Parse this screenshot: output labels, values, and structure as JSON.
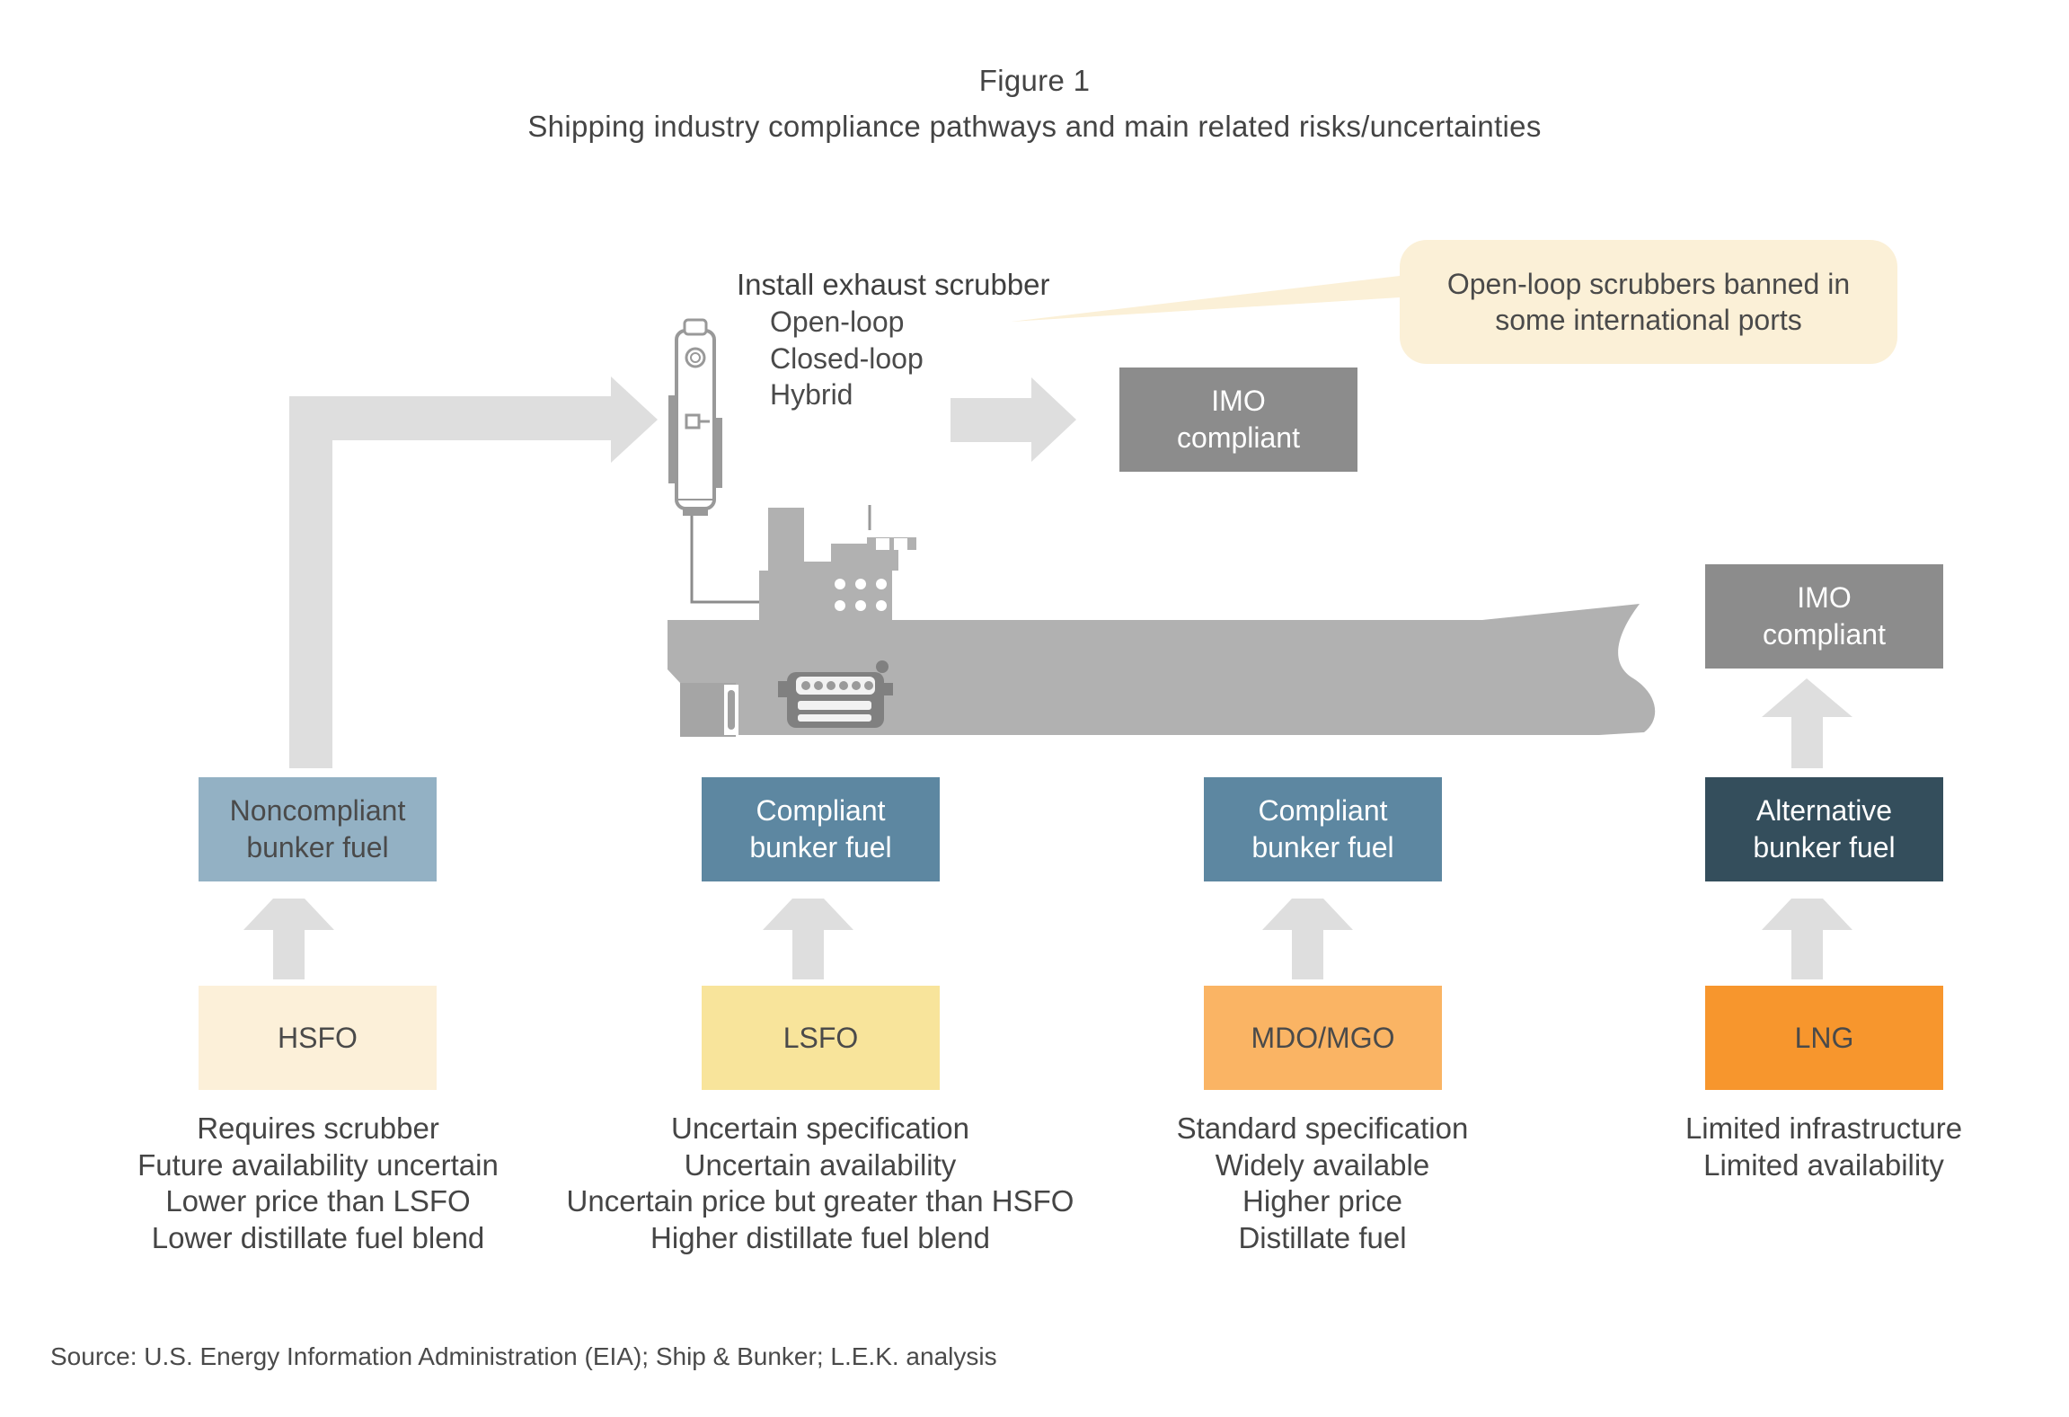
{
  "figure": {
    "label": "Figure 1",
    "title": "Shipping industry compliance pathways and main related risks/uncertainties"
  },
  "scrubber": {
    "heading": "Install exhaust scrubber",
    "options": [
      "Open-loop",
      "Closed-loop",
      "Hybrid"
    ]
  },
  "callout": {
    "line1": "Open-loop scrubbers banned in",
    "line2": "some international ports"
  },
  "imo_top": {
    "line1": "IMO",
    "line2": "compliant"
  },
  "imo_right": {
    "line1": "IMO",
    "line2": "compliant"
  },
  "columns": [
    {
      "category": {
        "line1": "Noncompliant",
        "line2": "bunker fuel",
        "color": "#93b1c4",
        "text_color": "#4a4a4a"
      },
      "fuel": {
        "label": "HSFO",
        "color": "#fcf0d9",
        "text_color": "#4a4a4a"
      },
      "risks": [
        "Requires scrubber",
        "Future availability uncertain",
        "Lower price than LSFO",
        "Lower distillate fuel blend"
      ]
    },
    {
      "category": {
        "line1": "Compliant",
        "line2": "bunker fuel",
        "color": "#5d87a1",
        "text_color": "#ffffff"
      },
      "fuel": {
        "label": "LSFO",
        "color": "#f8e49b",
        "text_color": "#4a4a4a"
      },
      "risks": [
        "Uncertain specification",
        "Uncertain availability",
        "Uncertain price but greater than HSFO",
        "Higher distillate fuel blend"
      ]
    },
    {
      "category": {
        "line1": "Compliant",
        "line2": "bunker fuel",
        "color": "#5d87a1",
        "text_color": "#ffffff"
      },
      "fuel": {
        "label": "MDO/MGO",
        "color": "#fab464",
        "text_color": "#4a4a4a"
      },
      "risks": [
        "Standard specification",
        "Widely available",
        "Higher price",
        "Distillate fuel"
      ]
    },
    {
      "category": {
        "line1": "Alternative",
        "line2": "bunker fuel",
        "color": "#344e5c",
        "text_color": "#ffffff"
      },
      "fuel": {
        "label": "LNG",
        "color": "#f7962d",
        "text_color": "#4a4a4a"
      },
      "risks": [
        "Limited infrastructure",
        "Limited availability"
      ]
    }
  ],
  "colors": {
    "arrow": "#dedede",
    "ship": "#b1b1b1",
    "imo_box": "#8c8c8c",
    "callout_bg": "#fbf0d7"
  },
  "source": "Source: U.S. Energy Information Administration (EIA); Ship & Bunker; L.E.K. analysis"
}
